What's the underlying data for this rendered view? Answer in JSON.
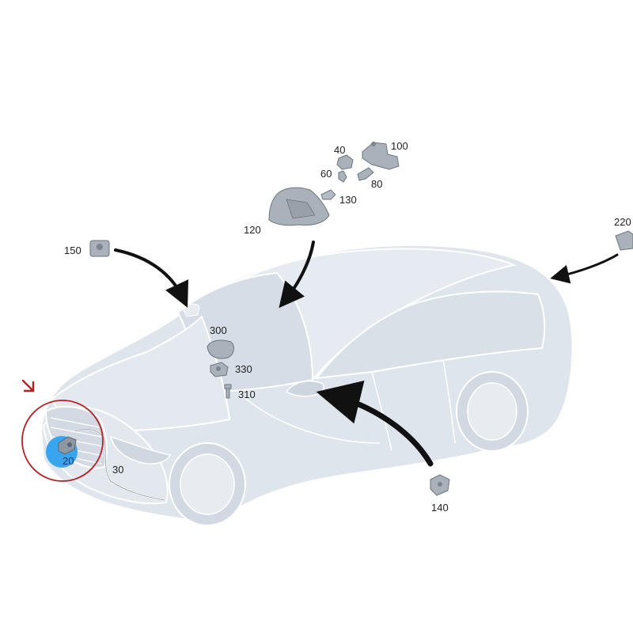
{
  "diagram": {
    "labels": {
      "p20": "20",
      "p30": "30",
      "p40": "40",
      "p60": "60",
      "p80": "80",
      "p100": "100",
      "p120": "120",
      "p130": "130",
      "p140": "140",
      "p150": "150",
      "p220": "220",
      "p300": "300",
      "p310": "310",
      "p330": "330"
    },
    "colors": {
      "car_body": "#dfe5ec",
      "car_outline": "#ffffff",
      "part_fill": "#a9b2bb",
      "arrow": "#111111",
      "highlight_circle": "#b02323",
      "highlight_arrow": "#b02323",
      "selected_part": "#38a5ee"
    },
    "selected_part": "20"
  }
}
